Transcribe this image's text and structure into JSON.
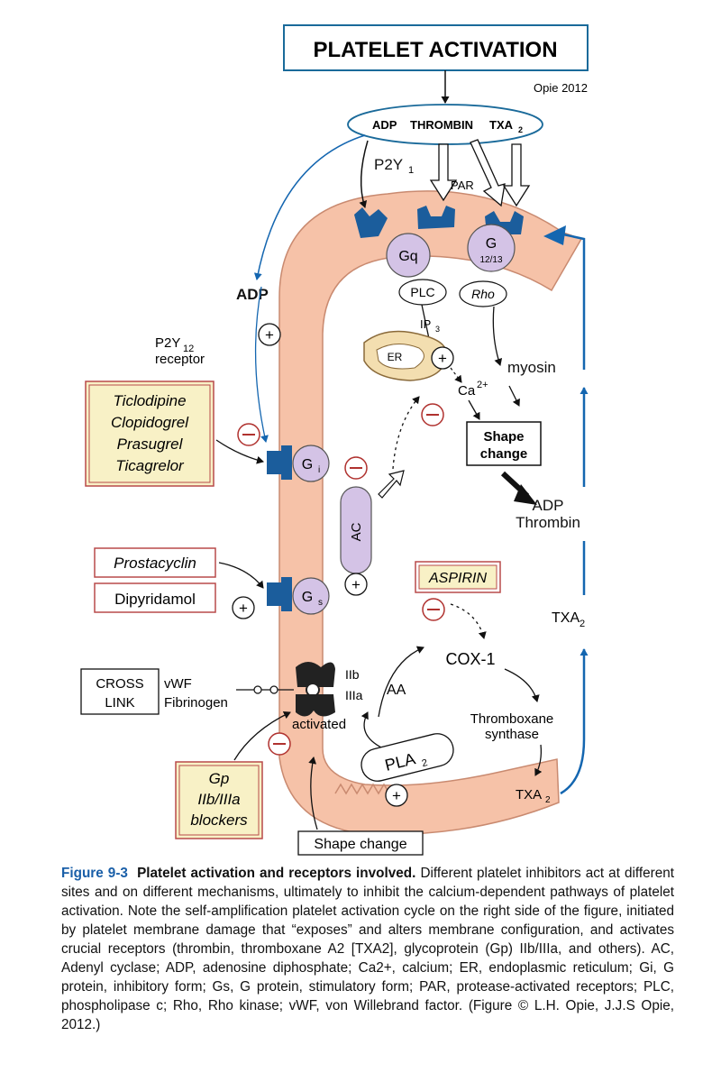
{
  "title": "PLATELET ACTIVATION",
  "credit": "Opie 2012",
  "agonists": {
    "adp": "ADP",
    "thrombin": "THROMBIN",
    "txa2": "TXA",
    "txa2_sub": "2"
  },
  "receptors": {
    "p2y1": "P2Y",
    "p2y1_sub": "1",
    "par": "PAR"
  },
  "g_proteins": {
    "gq": "Gq",
    "g1213_a": "G",
    "g1213_b": "12/13",
    "gi": "G",
    "gi_sub": "i",
    "gs": "G",
    "gs_sub": "s"
  },
  "signaling": {
    "plc": "PLC",
    "rho": "Rho",
    "ip3": "IP",
    "ip3_sub": "3",
    "er": "ER",
    "ca": "Ca",
    "ca_sup": "2+",
    "myosin": "myosin",
    "ac": "AC"
  },
  "shape_change_box": [
    "Shape",
    "change"
  ],
  "adp_thrombin": [
    "ADP",
    "Thrombin"
  ],
  "left": {
    "adp": "ADP",
    "p2y12": [
      "P2Y",
      "12",
      "receptor"
    ],
    "thienopyridines": [
      "Ticlodipine",
      "Clopidogrel",
      "Prasugrel",
      "Ticagrelor"
    ],
    "prostacyclin": "Prostacyclin",
    "dipyridamol": "Dipyridamol",
    "cross_link": [
      "CROSS",
      "LINK"
    ],
    "vwf": "vWF",
    "fibrinogen": "Fibrinogen",
    "gp_blockers": [
      "Gp",
      "IIb/IIIa",
      "blockers"
    ]
  },
  "gp": {
    "iib": "IIb",
    "iiia": "IIIa",
    "activated": "activated"
  },
  "right": {
    "aspirin": "ASPIRIN",
    "cox1": "COX-1",
    "aa": "AA",
    "synthase": [
      "Thromboxane",
      "synthase"
    ],
    "txa2": "TXA",
    "txa2_sub": "2",
    "pla2": "PLA",
    "pla2_sub": "2",
    "txa2_lower": "TXA",
    "txa2_lower_sub": "2"
  },
  "bottom_shape_change": "Shape change",
  "signs": {
    "plus": "+",
    "minus": "−"
  },
  "caption": {
    "figure": "Figure 9-3",
    "title": "Platelet activation and receptors involved.",
    "text": "Different platelet inhibitors act at different sites and on different mechanisms, ultimately to inhibit the calcium-dependent pathways of platelet activation. Note the self-amplification platelet activation cycle on the right side of the figure, initiated by platelet membrane damage that “exposes” and alters membrane configuration, and activates crucial receptors (thrombin, thromboxane A2 [TXA2], glycoprotein (Gp) IIb/IIIa, and others). AC, Adenyl cyclase; ADP, adenosine diphosphate; Ca2+, calcium; ER, endoplasmic reticulum; Gi, G protein, inhibitory form; Gs, G protein, stimulatory form; PAR, protease-activated receptors; PLC, phospholipase c; Rho, Rho kinase; vWF, von Willebrand factor. (Figure © L.H. Opie, J.J.S Opie, 2012.)"
  },
  "colors": {
    "membrane": "#f6c2a8",
    "membrane_stroke": "#c98a70",
    "receptor": "#1b5d9c",
    "gprotein": "#d4c3e6",
    "cycle_arrow": "#1466b0",
    "drug_box": "#f8f1c6",
    "drug_border": "#b94a4a",
    "minus": "#b0322f"
  }
}
